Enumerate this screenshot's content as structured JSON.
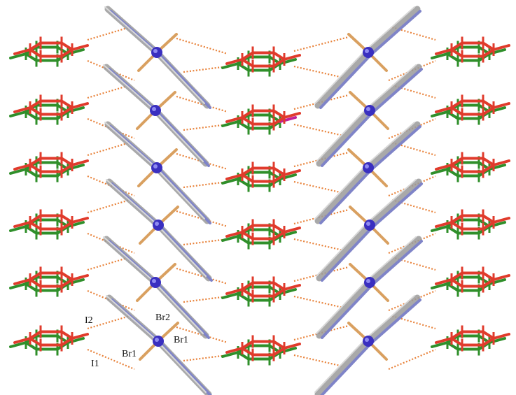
{
  "labels": {
    "i2": "I2",
    "i1": "I1",
    "br2": "Br2",
    "br1_left": "Br1",
    "br1_right": "Br1"
  },
  "colors": {
    "iodobenzene_red": "#e03b2c",
    "iodobenzene_green": "#2f8f2a",
    "iodine_magenta": "#c0229a",
    "halogen_bond": "#e8823a",
    "metal_atom": "#3a2fc0",
    "bromine_bond": "#d9a060",
    "pyridine_blue": "#7f84c8",
    "pyridine_gray": "#9b9b9b"
  }
}
